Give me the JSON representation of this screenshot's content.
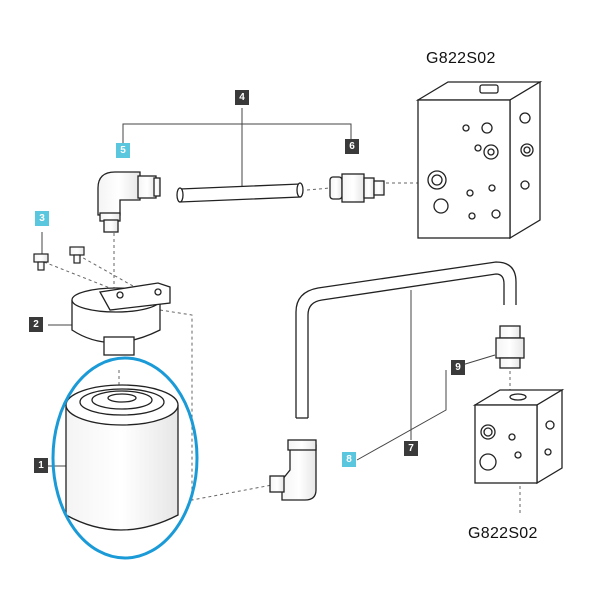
{
  "references": {
    "top": "G822S02",
    "bottom": "G822S02"
  },
  "callouts": [
    {
      "id": "1",
      "label": "1",
      "style": "dark"
    },
    {
      "id": "2",
      "label": "2",
      "style": "dark"
    },
    {
      "id": "3",
      "label": "3",
      "style": "blue"
    },
    {
      "id": "4",
      "label": "4",
      "style": "dark"
    },
    {
      "id": "5",
      "label": "5",
      "style": "blue"
    },
    {
      "id": "6",
      "label": "6",
      "style": "dark"
    },
    {
      "id": "7",
      "label": "7",
      "style": "dark"
    },
    {
      "id": "8",
      "label": "8",
      "style": "blue"
    },
    {
      "id": "9",
      "label": "9",
      "style": "dark"
    }
  ],
  "colors": {
    "highlight": "#1a9ad6",
    "callout_dark": "#3a3a3a",
    "callout_blue": "#5bc7de",
    "line": "#222222"
  },
  "highlighted_part": "1"
}
